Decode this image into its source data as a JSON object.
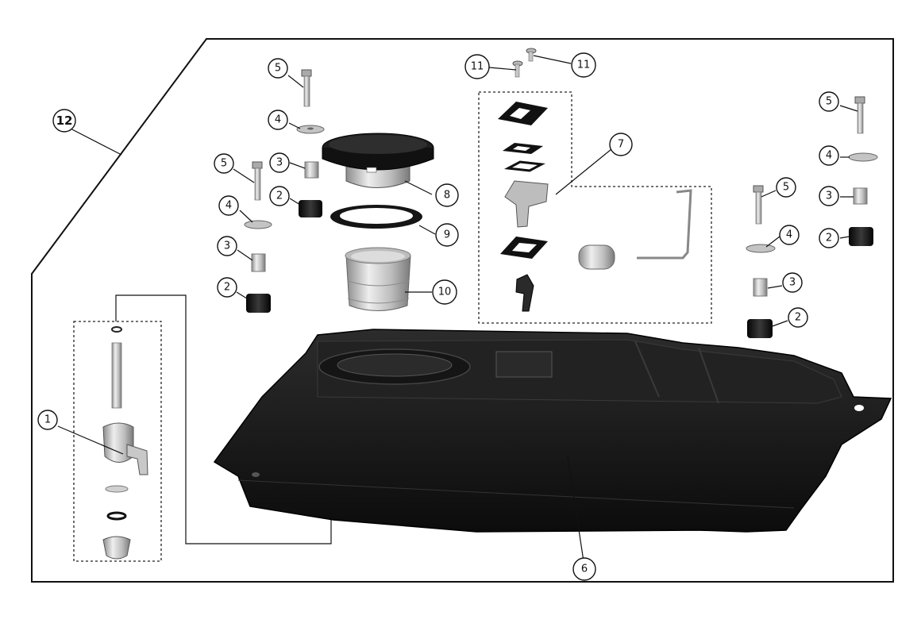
{
  "diagram": {
    "assembly_label": "12",
    "callouts": {
      "c1": "1",
      "c2": "2",
      "c3": "3",
      "c4": "4",
      "c5": "5",
      "c6": "6",
      "c7": "7",
      "c8": "8",
      "c9": "9",
      "c10": "10",
      "c11": "11",
      "c12": "12"
    }
  },
  "colors": {
    "ink": "#111111",
    "tank": "#1a1a1a",
    "metal_light": "#d9d9d9",
    "metal_mid": "#a8a8a8",
    "rubber": "#151515",
    "background": "#ffffff"
  },
  "icons": [
    "fuel-tank-icon",
    "fuel-cap-icon",
    "fuel-valve-icon",
    "fuel-gauge-sender-icon",
    "bolt-icon",
    "washer-icon",
    "bushing-icon",
    "rubber-grommet-icon",
    "filler-neck-icon",
    "gasket-icon",
    "screw-icon"
  ]
}
